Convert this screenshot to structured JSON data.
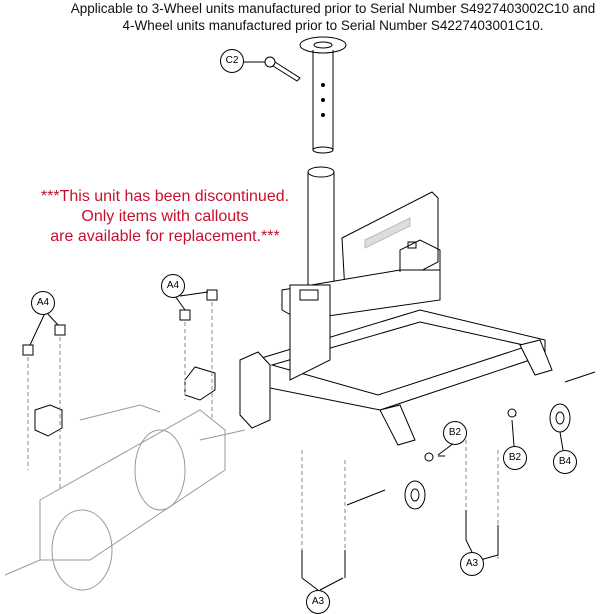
{
  "header": {
    "line1": "Applicable to 3-Wheel units manufactured prior to Serial Number S4927403002C10 and",
    "line2": "4-Wheel units manufactured prior to Serial Number S4227403001C10."
  },
  "notice": {
    "line1": "***This unit has been discontinued.",
    "line2": "Only items with callouts",
    "line3": "are available for replacement.***"
  },
  "callouts": [
    "C2",
    "A4",
    "A4",
    "B2",
    "B2",
    "B4",
    "A3",
    "A3"
  ]
}
